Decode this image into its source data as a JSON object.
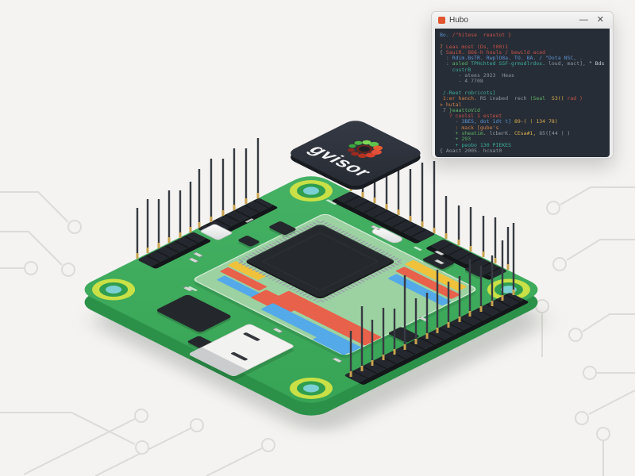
{
  "badge": {
    "label": "gvisor"
  },
  "window": {
    "title": "Hubo",
    "controls": {
      "minimize": "—",
      "close": "✕"
    },
    "syntax_colors": {
      "r": "#c4524a",
      "o": "#cd8049",
      "b": "#5b90d0",
      "g": "#5cb368",
      "t": "#3cab9e",
      "y": "#d3ac4e",
      "x": "#8d949e",
      "w": "#c8ccd2"
    },
    "code_lines": [
      [
        {
          "c": "b",
          "t": "Bo."
        },
        {
          "c": "r",
          "t": " /\"hitese  reautot }"
        }
      ],
      [],
      [
        {
          "c": "o",
          "t": "7 "
        },
        {
          "c": "r",
          "t": "Leas most (Ds, t00)1"
        }
      ],
      [
        {
          "c": "x",
          "t": "{ "
        },
        {
          "c": "r",
          "t": "SauiR. 866-h houls / bewild aced"
        }
      ],
      [
        {
          "c": "x",
          "t": "  : "
        },
        {
          "c": "b",
          "t": "Rdim.BsTR. RwplO8a. TO. BA. / \"Dota NSC, ."
        }
      ],
      [
        {
          "c": "x",
          "t": "  : "
        },
        {
          "c": "g",
          "t": "asled "
        },
        {
          "c": "t",
          "t": "TPHchted SSF-grmsdlrdos. "
        },
        {
          "c": "x",
          "t": "loud, mact], "
        },
        {
          "c": "w",
          "t": "\" Bds"
        }
      ],
      [
        {
          "c": "t",
          "t": "    custrB"
        }
      ],
      [
        {
          "c": "x",
          "t": "      - atees 2923  Heas"
        }
      ],
      [
        {
          "c": "x",
          "t": "      - 4 7708"
        }
      ],
      [],
      [
        {
          "c": "t",
          "t": " /-Reet robricots]"
        }
      ],
      [
        {
          "c": "o",
          "t": " 1:er hanch."
        },
        {
          "c": "x",
          "t": " RS inabed  rech "
        },
        {
          "c": "g",
          "t": "(Seal  "
        },
        {
          "c": "y",
          "t": "S3(("
        },
        {
          "c": "r",
          "t": " rad )"
        }
      ],
      [
        {
          "c": "o",
          "t": "> hutal"
        }
      ],
      [
        {
          "c": "x",
          "t": " 7 "
        },
        {
          "c": "g",
          "t": "}eaattoVid"
        }
      ],
      [
        {
          "c": "r",
          "t": "   ? coolsl 1 esteet"
        }
      ],
      [
        {
          "c": "x",
          "t": "     - "
        },
        {
          "c": "b",
          "t": "3BES, dot 1dt t] "
        },
        {
          "c": "y",
          "t": "89-( ( 134 78)"
        }
      ],
      [
        {
          "c": "o",
          "t": "     : mack [gube's"
        }
      ],
      [
        {
          "c": "g",
          "t": "     + sheatim."
        },
        {
          "c": "x",
          "t": " lcberK. "
        },
        {
          "c": "y",
          "t": "CEsa#1,"
        },
        {
          "c": "x",
          "t": " 85([44 ) )"
        }
      ],
      [
        {
          "c": "g",
          "t": "     + 293"
        }
      ],
      [
        {
          "c": "t",
          "t": "     + peobo 130 PIEKES"
        }
      ],
      [
        {
          "c": "x",
          "t": "{ Aoact 2005. hcoat0"
        }
      ]
    ]
  },
  "palette": {
    "background": "#f4f3f1",
    "trace": "#dcdbd8",
    "board_top": "#3fa85c",
    "board_side": "#2b9149",
    "module": "#9cd2a2",
    "chip": "#25282d",
    "pin_gold": "#c9a24e",
    "block_yellow": "#f0c23c",
    "block_red": "#e8614b",
    "block_blue": "#54a9e8",
    "hole_ring": "#c9e046",
    "hole_center": "#7ad0d4",
    "badge_bg": "#2e323a",
    "logo_green": "#5ec44d",
    "logo_red": "#d8402c",
    "titlebar": "#efefef",
    "code_bg": "#272d36"
  }
}
